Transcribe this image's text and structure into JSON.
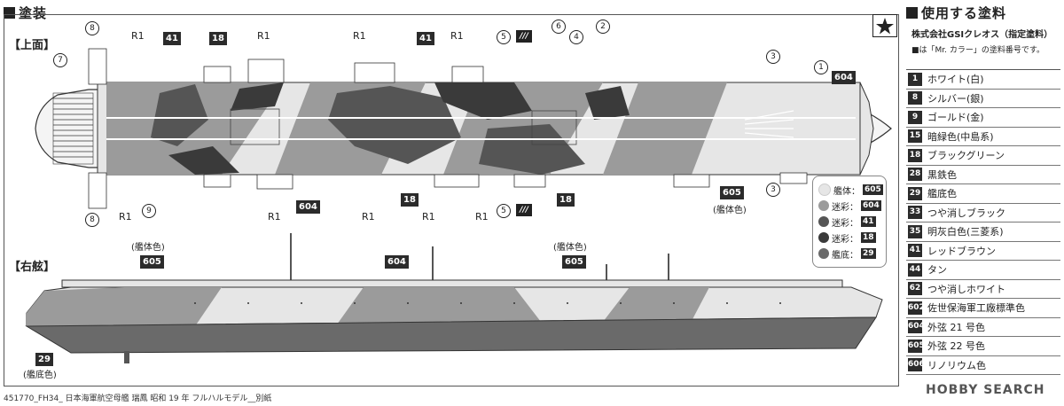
{
  "sections": {
    "painting": "塗装",
    "paints_used": "使用する塗料"
  },
  "views": {
    "top": "【上面】",
    "starboard": "【右舷】"
  },
  "maker": "株式会社GSIクレオス（指定塗料）",
  "note": "■は「Mr. カラー」の塗料番号です。",
  "paints": [
    {
      "code": "1",
      "name": "ホワイト(白)"
    },
    {
      "code": "8",
      "name": "シルバー(銀)"
    },
    {
      "code": "9",
      "name": "ゴールド(金)"
    },
    {
      "code": "15",
      "name": "暗緑色(中島系)"
    },
    {
      "code": "18",
      "name": "ブラックグリーン"
    },
    {
      "code": "28",
      "name": "黒鉄色"
    },
    {
      "code": "29",
      "name": "艦底色"
    },
    {
      "code": "33",
      "name": "つや消しブラック"
    },
    {
      "code": "35",
      "name": "明灰白色(三菱系)"
    },
    {
      "code": "41",
      "name": "レッドブラウン"
    },
    {
      "code": "44",
      "name": "タン"
    },
    {
      "code": "62",
      "name": "つや消しホワイト"
    },
    {
      "code": "602",
      "name": "佐世保海軍工廠標準色"
    },
    {
      "code": "604",
      "name": "外弦 21 号色"
    },
    {
      "code": "605",
      "name": "外弦 22 号色"
    },
    {
      "code": "606",
      "name": "リノリウム色"
    }
  ],
  "legend": [
    {
      "label": "艦体：",
      "code": "605",
      "color": "#e6e6e6"
    },
    {
      "label": "迷彩：",
      "code": "604",
      "color": "#9b9b9b"
    },
    {
      "label": "迷彩：",
      "code": "41",
      "color": "#555555"
    },
    {
      "label": "迷彩：",
      "code": "18",
      "color": "#3a3a3a"
    },
    {
      "label": "艦底：",
      "code": "29",
      "color": "#6a6a6a"
    }
  ],
  "top_labels": {
    "r1": "R1",
    "c41": "41",
    "c18": "18",
    "c604": "604",
    "c605": "605",
    "hull_color": "(艦体色)",
    "n1": "1",
    "n2": "2",
    "n3": "3",
    "n4": "4",
    "n5": "5",
    "n6": "6",
    "n7": "7",
    "n8": "8",
    "n9": "9"
  },
  "side_labels": {
    "hull_color": "(艦体色)",
    "c605": "605",
    "c604": "604",
    "c29": "29",
    "bottom_color": "(艦底色)"
  },
  "footer": "451770_FH34_ 日本海軍航空母艦 瑞鳳 昭和 19 年 フルハルモデル__別紙",
  "watermark": "HOBBY SEARCH",
  "colors": {
    "hull": "#e6e6e6",
    "camo_604": "#9b9b9b",
    "camo_41": "#555555",
    "camo_18": "#3a3a3a",
    "bottom_29": "#6a6a6a"
  }
}
